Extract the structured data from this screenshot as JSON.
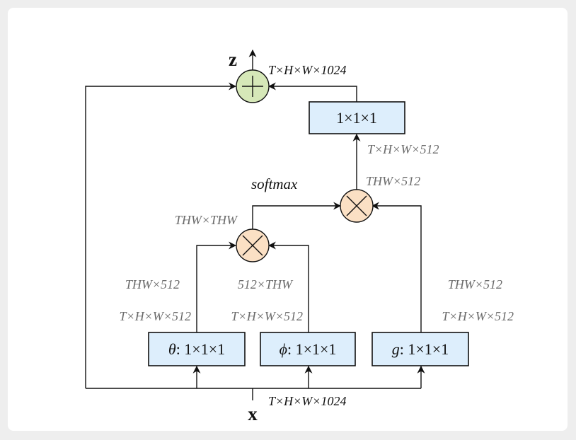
{
  "nodes": {
    "theta": {
      "symbol": "θ",
      "text": ": 1×1×1"
    },
    "phi": {
      "symbol": "ϕ",
      "text": ": 1×1×1"
    },
    "g": {
      "symbol": "g",
      "text": ": 1×1×1"
    },
    "out_conv": {
      "text": "1×1×1"
    },
    "input": "x",
    "output": "z"
  },
  "labels": {
    "input_dims": "T×H×W×1024",
    "output_dims": "T×H×W×1024",
    "theta_out": "T×H×W×512",
    "theta_reshape": "THW×512",
    "phi_out": "T×H×W×512",
    "phi_reshape": "512×THW",
    "g_out": "T×H×W×512",
    "g_reshape": "THW×512",
    "affinity": "THW×THW",
    "softmax": "softmax",
    "product": "THW×512",
    "product_reshape": "T×H×W×512"
  },
  "colors": {
    "box_fill": "#ddeefc",
    "multiply_fill": "#fbe0c4",
    "add_fill": "#d6e8b8",
    "dim_label": "#6b6b6b"
  },
  "icons": {
    "multiply": "circled-times-icon",
    "add": "circled-plus-icon"
  }
}
